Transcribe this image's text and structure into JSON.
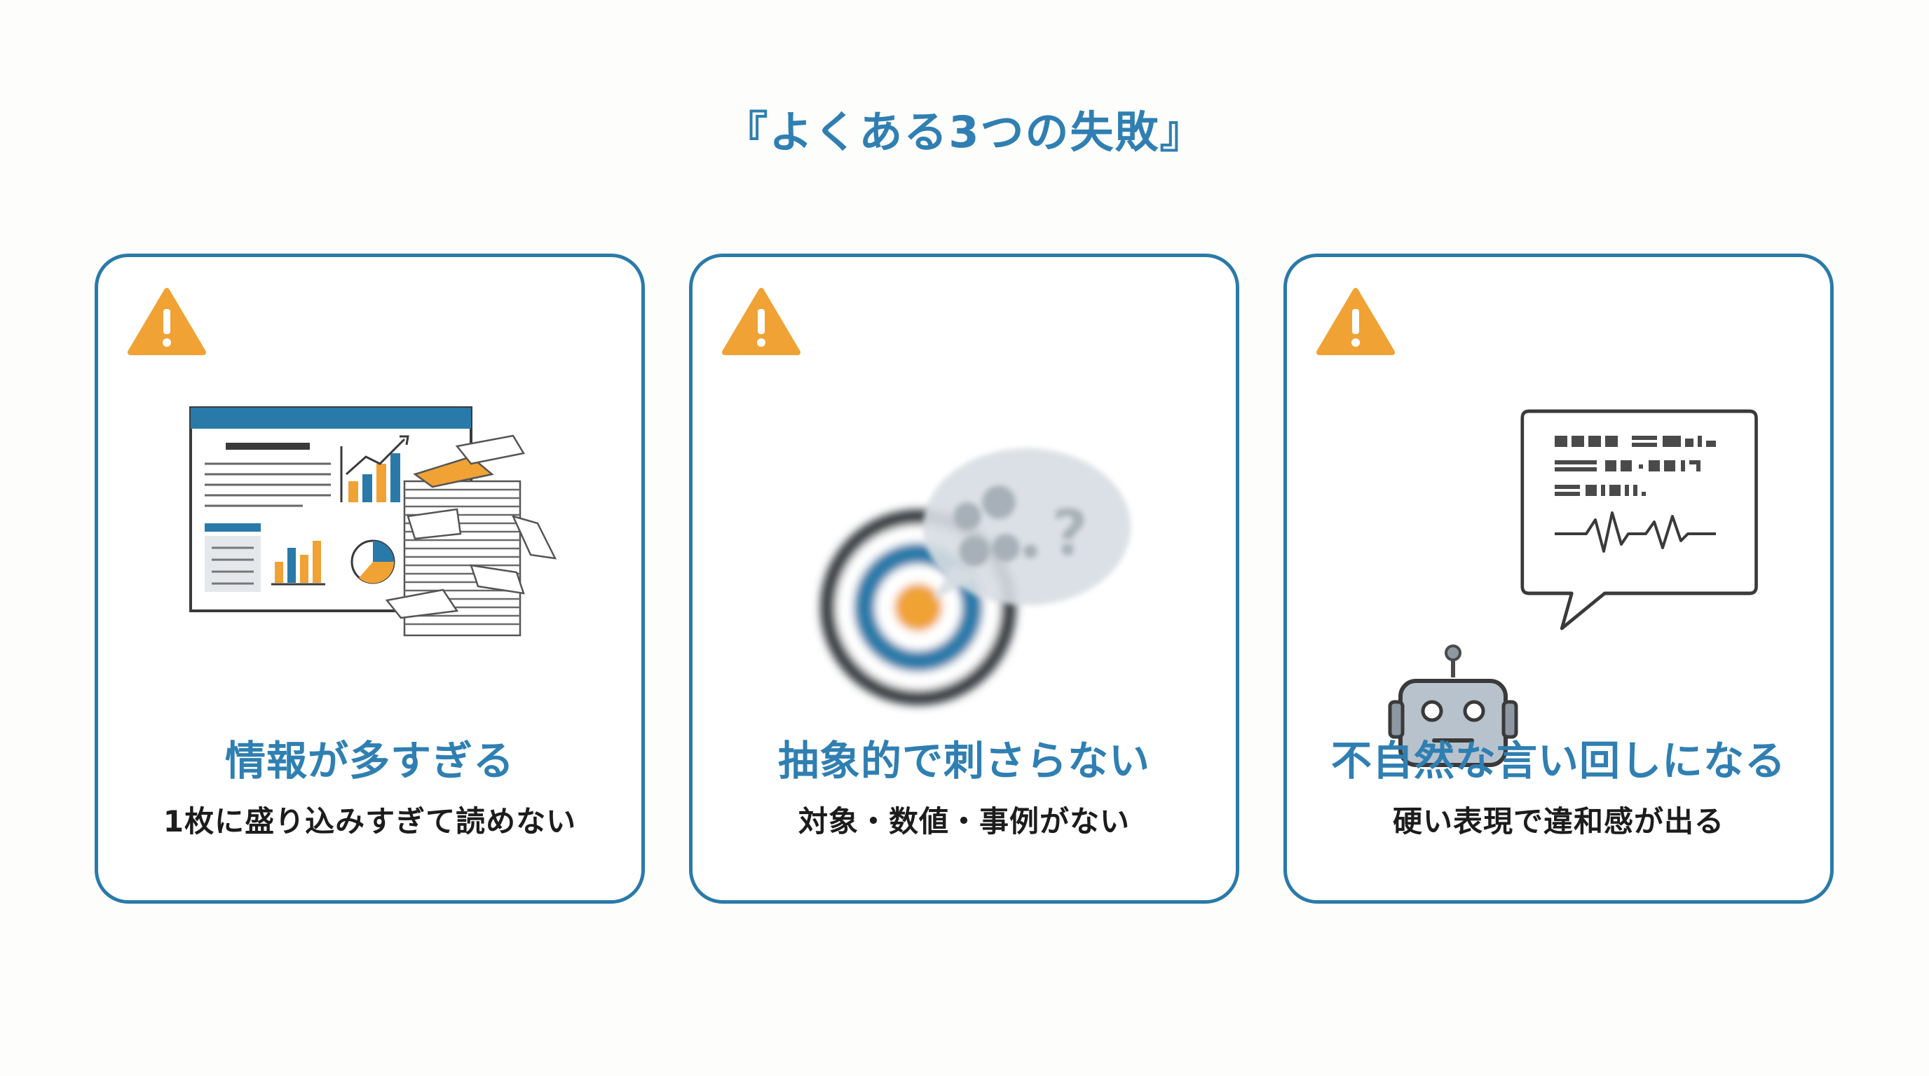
{
  "page": {
    "title": "『よくある3つの失敗』"
  },
  "cards": [
    {
      "heading": "情報が多すぎる",
      "sub": "1枚に盛り込みすぎて読めない",
      "icon": "warning-icon",
      "illustration": "cluttered-slide-illustration"
    },
    {
      "heading": "抽象的で刺さらない",
      "sub": "対象・数値・事例がない",
      "icon": "warning-icon",
      "illustration": "blurred-target-illustration"
    },
    {
      "heading": "不自然な言い回しになる",
      "sub": "硬い表現で違和感が出る",
      "icon": "warning-icon",
      "illustration": "robot-speech-illustration"
    }
  ],
  "colors": {
    "accent": "#2f7fb2",
    "border": "#2a7aa9",
    "warning": "#f0a234",
    "text": "#1c1c1c",
    "background": "#fdfdfb"
  }
}
